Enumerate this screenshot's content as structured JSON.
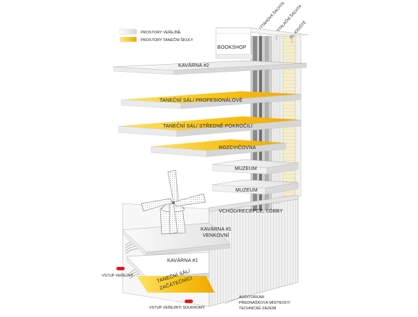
{
  "legend": {
    "public_label": "PROSTORY VEŘEJNÉ",
    "school_label": "PROSTORY TANEČNÍ ŠKOLY",
    "public_color": "#e6e6e6",
    "school_color": "#f5b800"
  },
  "shafts": {
    "elevator": "VÝTAHOVÁ ŠACHTA",
    "installation": "INSTALAČNÍ ŠACHTA",
    "stairs": "SCHODIŠTĚ"
  },
  "floors": {
    "bookshop": "BOOKSHOP",
    "cafe2": "KAVÁRNA #2",
    "dance_pro": "TANEČNÍ SÁL/ PROFESIONÁLOVÉ",
    "dance_mid": "TANEČNÍ SÁL/ STŘEDNĚ POKROČILÍ",
    "warmup": "ROZCVIČOVNA",
    "museum_upper": "MUZEUM",
    "museum_lower": "MUZEUM",
    "lobby": "VCHOD/RECEPCE, LOBBY",
    "cafe1_outdoor_1": "KAVÁRNA #1",
    "cafe1_outdoor_2": "VENKOVNÍ",
    "cafe1": "KAVÁRNA #1",
    "dance_beg_1": "TANEČNÍ SÁL/",
    "dance_beg_2": "ZAČÁTEČNÍCI"
  },
  "entrances": {
    "public": "VSTUP VEŘEJNÝ",
    "private": "VSTUP VEŘEJNÝ/ SOUKROMÝ",
    "marker_color": "#e0191e"
  },
  "basement": {
    "line1": "AUDITORIUM/",
    "line2": "PŘEDNÁŠKOVÁ MÍSTNOST/",
    "line3": "TECHNICKÉ ZÁZEMÍ"
  }
}
